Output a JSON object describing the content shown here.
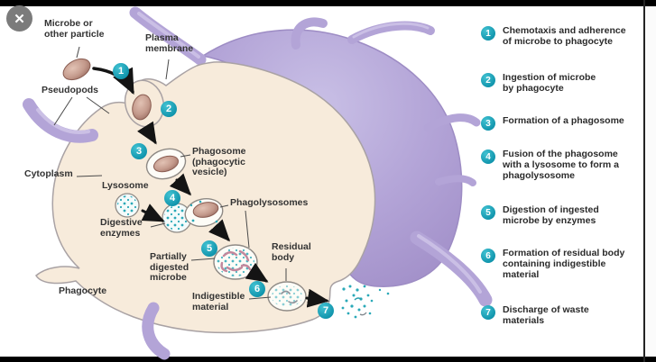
{
  "window": {
    "close_icon": "✕"
  },
  "colors": {
    "accent_teal": "#14a3b8",
    "membrane_purple": "#b3a4d7",
    "cytoplasm_cream": "#f7ebdb",
    "letterbox_black": "#000000"
  },
  "diagram": {
    "labels": {
      "microbe": "Microbe or\nother particle",
      "plasma_membrane": "Plasma\nmembrane",
      "pseudopods": "Pseudopods",
      "cytoplasm": "Cytoplasm",
      "phagosome": "Phagosome\n(phagocytic\nvesicle)",
      "lysosome": "Lysosome",
      "digestive_enzymes": "Digestive\nenzymes",
      "phagolysosomes": "Phagolysosomes",
      "partially_digested": "Partially\ndigested\nmicrobe",
      "residual_body": "Residual\nbody",
      "indigestible": "Indigestible\nmaterial",
      "phagocyte": "Phagocyte"
    },
    "markers": [
      "1",
      "2",
      "3",
      "4",
      "5",
      "6",
      "7"
    ]
  },
  "steps": [
    {
      "num": "1",
      "text": "Chemotaxis and adherence\nof microbe to phagocyte"
    },
    {
      "num": "2",
      "text": "Ingestion of microbe\nby phagocyte"
    },
    {
      "num": "3",
      "text": "Formation of a phagosome"
    },
    {
      "num": "4",
      "text": "Fusion of the phagosome\nwith a lysosome to form a\nphagolysosome"
    },
    {
      "num": "5",
      "text": "Digestion of ingested\nmicrobe by enzymes"
    },
    {
      "num": "6",
      "text": "Formation of residual body\ncontaining indigestible\nmaterial"
    },
    {
      "num": "7",
      "text": "Discharge of waste\nmaterials"
    }
  ]
}
